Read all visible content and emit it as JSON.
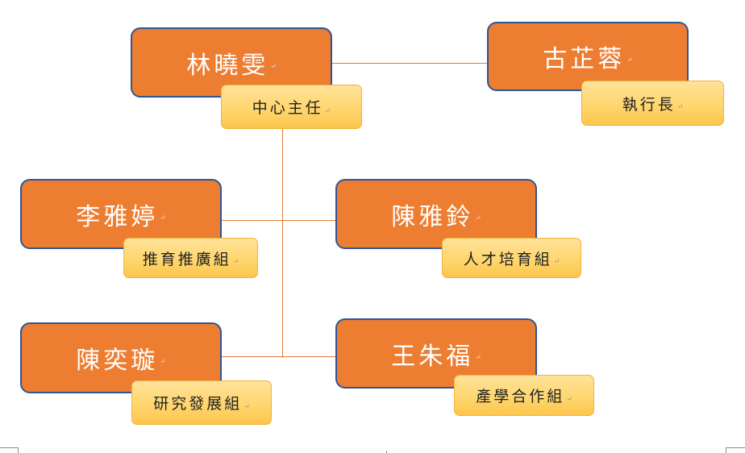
{
  "paragraph_mark": "↵",
  "nodes": {
    "director": {
      "name": "林曉雯",
      "role": "中心主任"
    },
    "ceo": {
      "name": "古芷蓉",
      "role": "執行長"
    },
    "promotion": {
      "name": "李雅婷",
      "role": "推育推廣組"
    },
    "talent": {
      "name": "陳雅鈴",
      "role": "人才培育組"
    },
    "research": {
      "name": "陳奕璇",
      "role": "研究發展組"
    },
    "industry": {
      "name": "王朱福",
      "role": "產學合作組"
    }
  }
}
